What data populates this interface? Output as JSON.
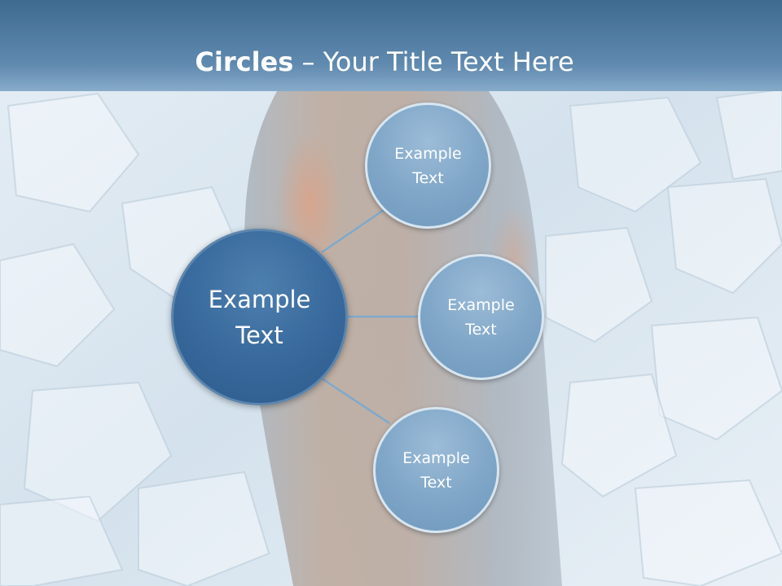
{
  "slide": {
    "title_bold": "Circles",
    "title_rest": " – Your Title Text Here"
  },
  "diagram": {
    "center": {
      "text": "Example\nText"
    },
    "satellites": [
      {
        "text": "Example\nText"
      },
      {
        "text": "Example\nText"
      },
      {
        "text": "Example\nText"
      }
    ]
  },
  "colors": {
    "title_bar": "#4d7aa0",
    "center_circle": "#3a6a9c",
    "satellite_circle": "#84a9c9",
    "connector": "#7ea9cc",
    "text": "#ffffff"
  }
}
